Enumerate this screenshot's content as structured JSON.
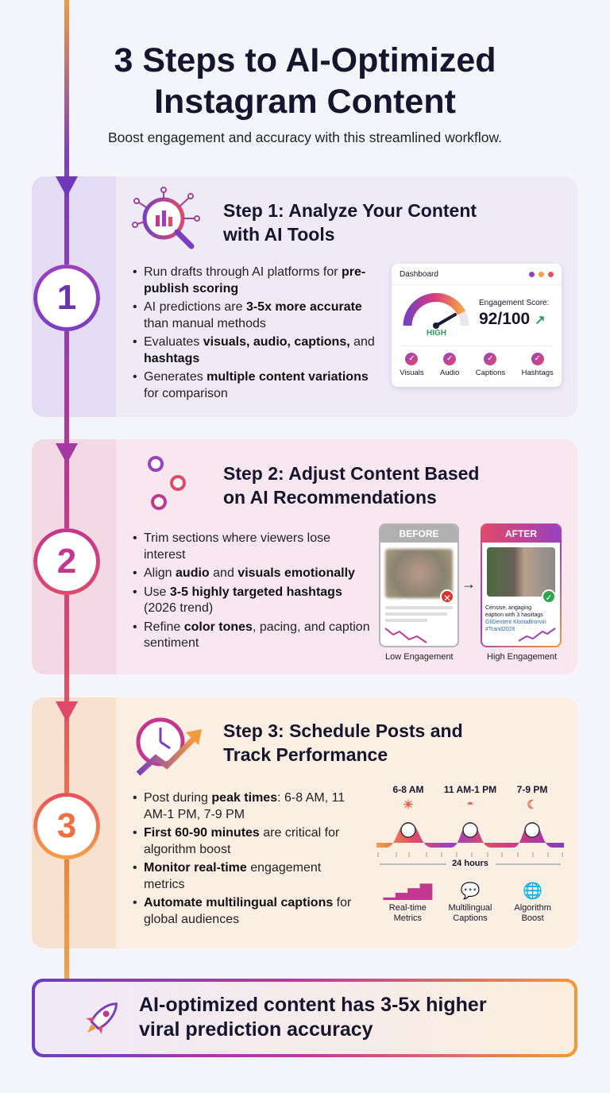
{
  "header": {
    "title_line1": "3 Steps to AI-Optimized",
    "title_line2": "Instagram Content",
    "subtitle": "Boost engagement and accuracy with this streamlined workflow."
  },
  "steps": [
    {
      "number": "1",
      "icon": "ai-analysis-magnifier-icon",
      "title_line1": "Step 1: Analyze Your Content",
      "title_line2": "with AI Tools",
      "bullets": [
        [
          [
            "Run drafts through AI platforms for ",
            false
          ],
          [
            "pre-publish scoring",
            true
          ]
        ],
        [
          [
            "AI predictions are ",
            false
          ],
          [
            "3-5x more accurate",
            true
          ],
          [
            " than manual methods",
            false
          ]
        ],
        [
          [
            "Evaluates ",
            false
          ],
          [
            "visuals, audio, captions,",
            true
          ],
          [
            " and ",
            false
          ],
          [
            "hashtags",
            true
          ]
        ],
        [
          [
            "Generates ",
            false
          ],
          [
            "multiple content variations",
            true
          ],
          [
            " for comparison",
            false
          ]
        ]
      ]
    },
    {
      "number": "2",
      "icon": "sliders-icon",
      "title_line1": "Step 2: Adjust Content Based",
      "title_line2": "on AI Recommendations",
      "bullets": [
        [
          [
            "Trim sections where viewers lose interest",
            false
          ]
        ],
        [
          [
            "Align ",
            false
          ],
          [
            "audio",
            true
          ],
          [
            " and ",
            false
          ],
          [
            "visuals emotionally",
            true
          ]
        ],
        [
          [
            "Use ",
            false
          ],
          [
            "3-5 highly targeted hashtags",
            true
          ],
          [
            " (2026 trend)",
            false
          ]
        ],
        [
          [
            "Refine ",
            false
          ],
          [
            "color tones",
            true
          ],
          [
            ", pacing, and caption sentiment",
            false
          ]
        ]
      ]
    },
    {
      "number": "3",
      "icon": "clock-growth-icon",
      "title_line1": "Step 3: Schedule Posts and",
      "title_line2": "Track Performance",
      "bullets": [
        [
          [
            "Post during ",
            false
          ],
          [
            "peak times",
            true
          ],
          [
            ": 6-8 AM, 11 AM-1 PM, 7-9 PM",
            false
          ]
        ],
        [
          [
            "First 60-90 minutes",
            true
          ],
          [
            " are critical for algorithm boost",
            false
          ]
        ],
        [
          [
            "Monitor real-time",
            true
          ],
          [
            " engagement metrics",
            false
          ]
        ],
        [
          [
            "Automate multilingual captions",
            true
          ],
          [
            " for global audiences",
            false
          ]
        ]
      ]
    }
  ],
  "dashboard": {
    "title": "Dashboard",
    "gauge_label": "HIGH",
    "gauge_level": 0.85,
    "score_label": "Engagement Score:",
    "score": "92/100",
    "checks": [
      "Visuals",
      "Audio",
      "Captions",
      "Hashtags"
    ],
    "dot_colors": [
      "#9b3fc0",
      "#f3a045",
      "#e8505b"
    ]
  },
  "comparison": {
    "before_label": "BEFORE",
    "after_label": "AFTER",
    "after_caption_line1": "Censise, angaging",
    "after_caption_line2": "eaption with 3 hasiitags",
    "after_tags_line1": "GliDentent KlostaBrorvin",
    "after_tags_line2": "#Trand2026",
    "before_footer": "Low Engagement",
    "after_footer": "High Engagement"
  },
  "schedule": {
    "peaks": [
      "6-8 AM",
      "11 AM-1 PM",
      "7-9 PM"
    ],
    "axis_label": "24 hours",
    "features": [
      {
        "line1": "Real-time",
        "line2": "Metrics",
        "icon": "bar-chart-icon"
      },
      {
        "line1": "Multilingual",
        "line2": "Captions",
        "icon": "chat-bubbles-icon"
      },
      {
        "line1": "Algorithm",
        "line2": "Boost",
        "icon": "globe-icon"
      }
    ]
  },
  "banner": {
    "line1": "AI-optimized content has 3-5x higher",
    "line2": "viral prediction accuracy",
    "icon": "rocket-icon"
  },
  "colors": {
    "purple": "#7a3fbf",
    "pink": "#c2378f",
    "orange": "#f39a3c",
    "green": "#2e9a5a"
  }
}
